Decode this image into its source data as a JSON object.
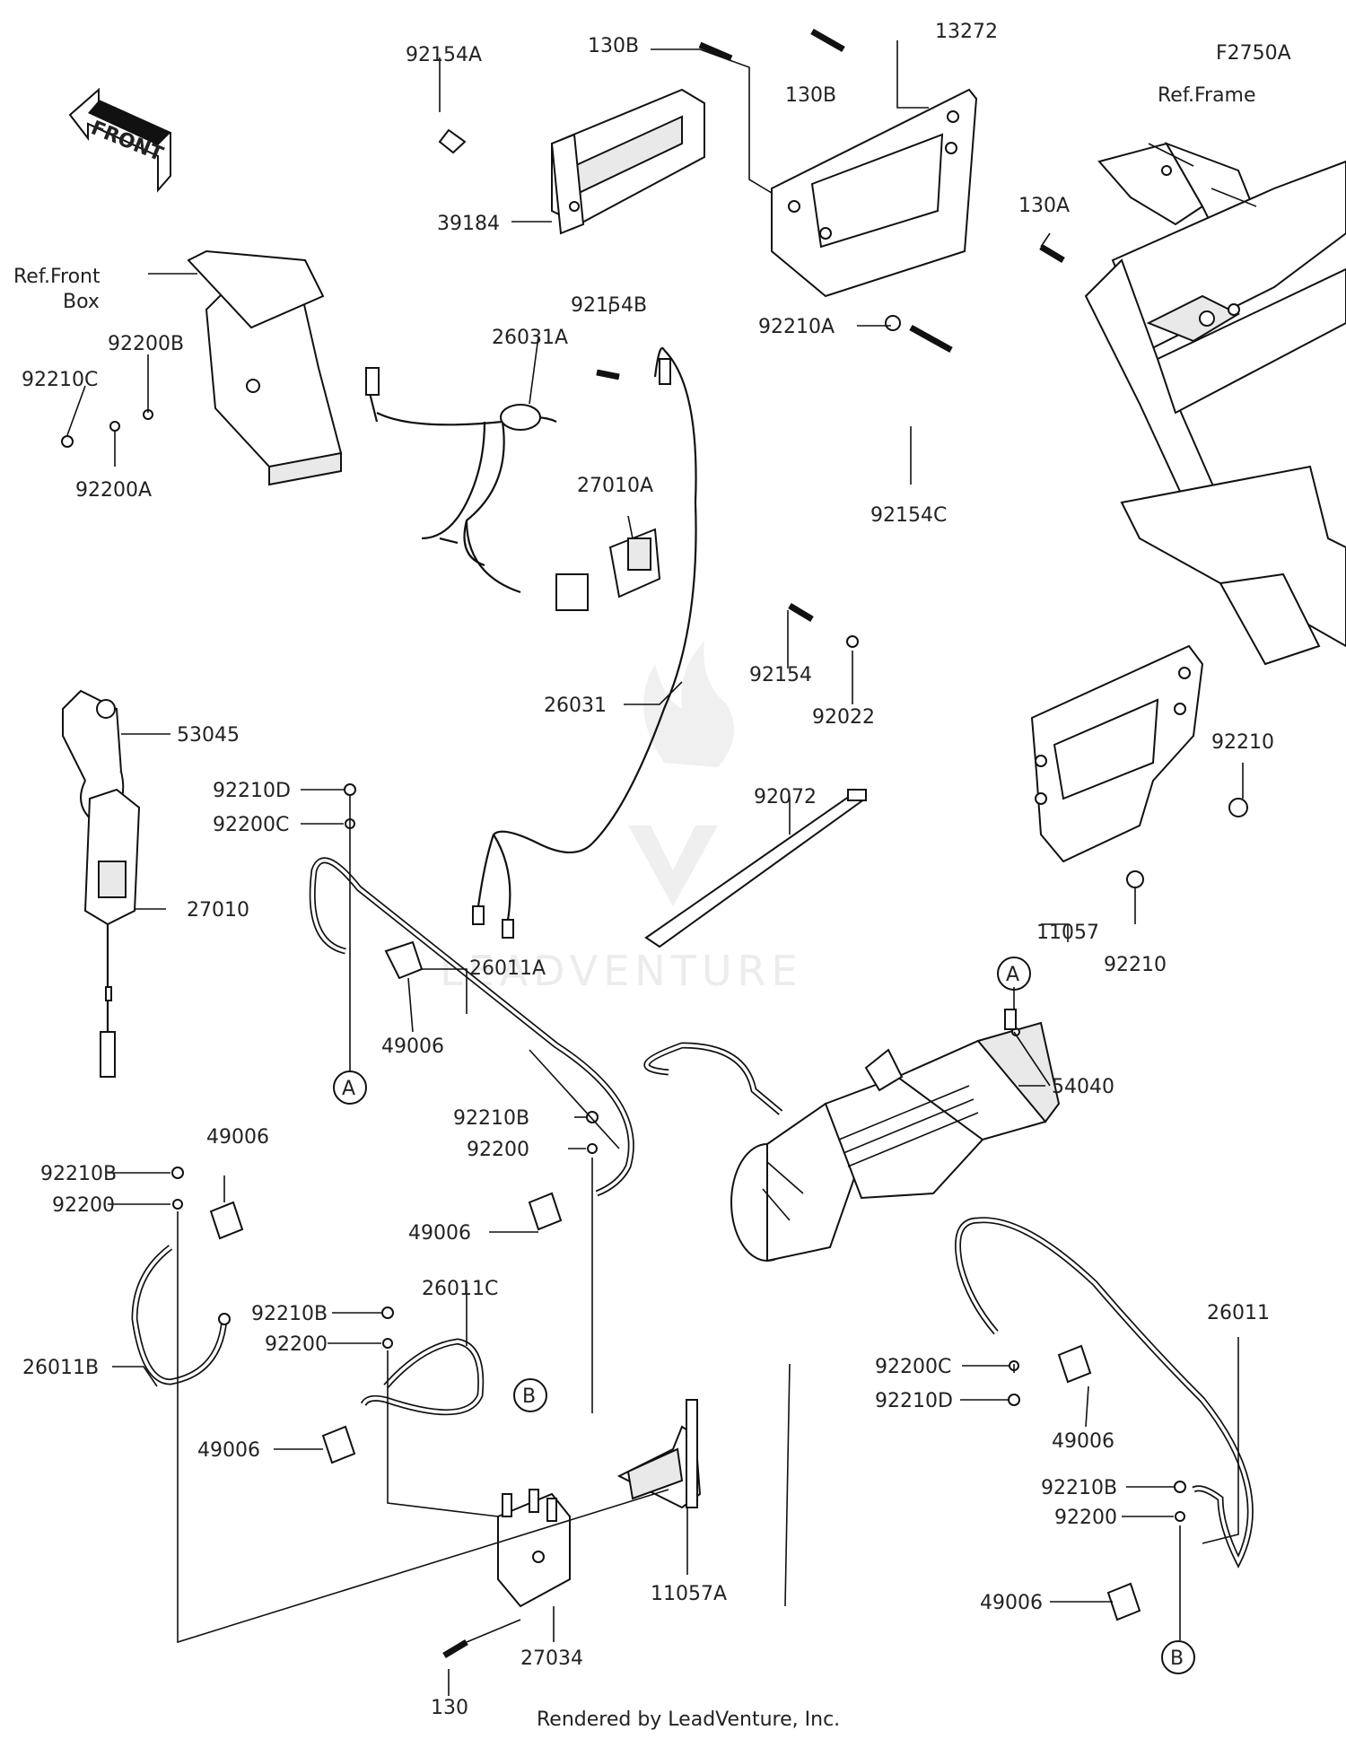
{
  "diagram_code": "F2750A",
  "footer": "Rendered by LeadVenture, Inc.",
  "watermark": "LEADVENTURE",
  "front_arrow": "FRONT",
  "refs": {
    "front_box_line1": "Ref.Front",
    "front_box_line2": "Box",
    "frame": "Ref.Frame"
  },
  "callouts": {
    "A": "A",
    "B": "B"
  },
  "parts": {
    "p92154A": "92154A",
    "p130B_1": "130B",
    "p130B_2": "130B",
    "p13272": "13272",
    "p39184": "39184",
    "p130A": "130A",
    "p92210A": "92210A",
    "p92154B": "92154B",
    "p26031A": "26031A",
    "p92200B": "92200B",
    "p92210C": "92210C",
    "p92200A": "92200A",
    "p27010A": "27010A",
    "p92154C": "92154C",
    "p26031": "26031",
    "p92154": "92154",
    "p92022": "92022",
    "p53045": "53045",
    "p92210_1": "92210",
    "p92210D_1": "92210D",
    "p92200C_1": "92200C",
    "p92072": "92072",
    "p27010": "27010",
    "p11057": "11057",
    "p92210_2": "92210",
    "p26011A": "26011A",
    "p49006_1": "49006",
    "p54040": "54040",
    "p92210B_1": "92210B",
    "p92200_1": "92200",
    "p49006_2": "49006",
    "p92210B_2": "92210B",
    "p92200_2": "92200",
    "p49006_3": "49006",
    "p26011B": "26011B",
    "p26011C": "26011C",
    "p92210B_3": "92210B",
    "p92200_3": "92200",
    "p49006_4": "49006",
    "p26011": "26011",
    "p92200C_2": "92200C",
    "p92210D_2": "92210D",
    "p49006_5": "49006",
    "p92210B_4": "92210B",
    "p92200_4": "92200",
    "p49006_6": "49006",
    "p11057A": "11057A",
    "p27034": "27034",
    "p130": "130"
  }
}
